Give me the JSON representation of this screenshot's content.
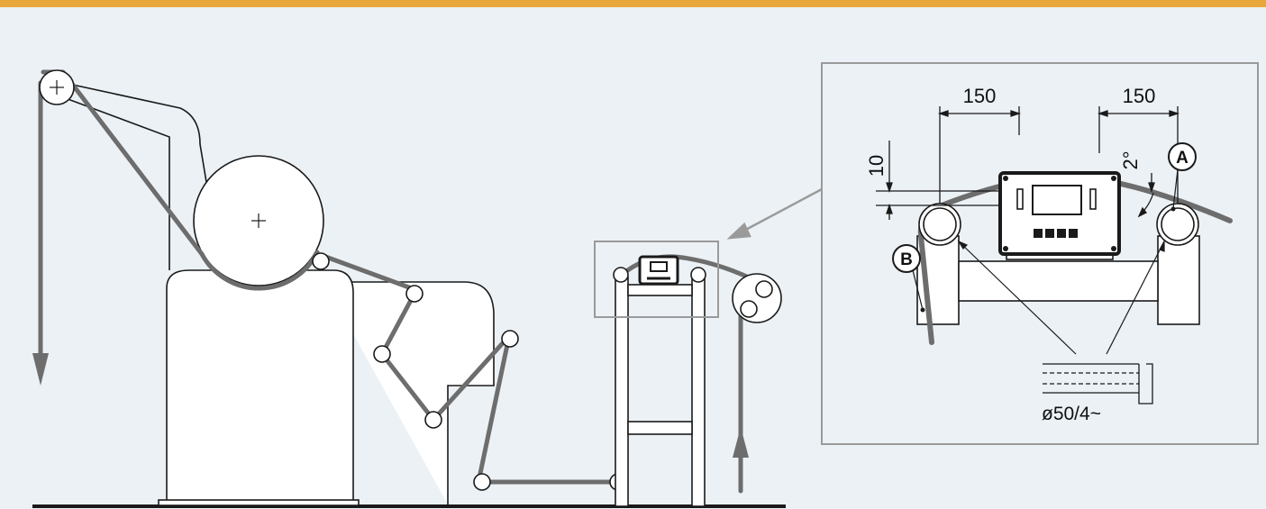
{
  "colors": {
    "background": "#ebf1f5",
    "accent_bar": "#e8a73a",
    "machine_fill": "#ffffff",
    "line": "#1a1a1a",
    "web": "#6d6d6d",
    "callout": "#9a9a9a"
  },
  "detail": {
    "dim_left": "150",
    "dim_right": "150",
    "dim_height": "10",
    "angle": "2°",
    "marker_a": "A",
    "marker_b": "B",
    "roller_spec": "ø50/4~"
  },
  "icons": {
    "web_direction_down": "arrow-down-icon",
    "web_direction_up": "arrow-up-icon",
    "roll_center": "crosshair-icon"
  }
}
